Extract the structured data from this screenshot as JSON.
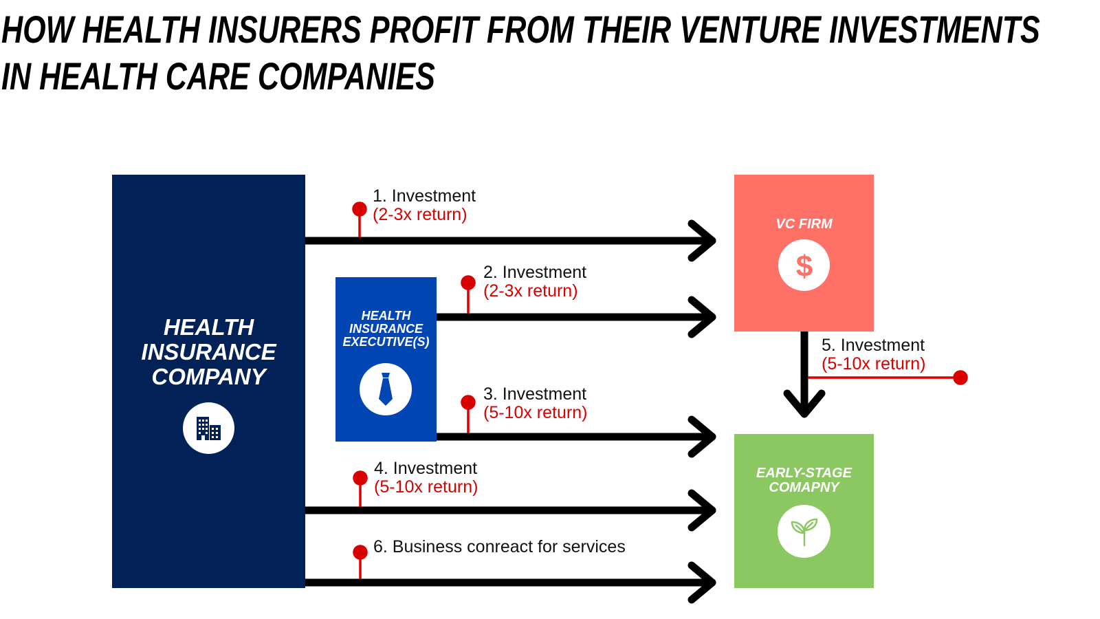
{
  "title": {
    "line1": "HOW HEALTH INSURERS PROFIT FROM THEIR VENTURE INVESTMENTS",
    "line2": "IN HEALTH CARE COMPANIES"
  },
  "nodes": {
    "insurer": {
      "label": "HEALTH\nINSURANCE\nCOMPANY",
      "icon": "building-icon",
      "color": "#022157"
    },
    "executive": {
      "label": "HEALTH\nINSURANCE\nEXECUTIVE(S)",
      "icon": "necktie-icon",
      "color": "#0246b4"
    },
    "vc": {
      "label": "VC FIRM",
      "icon": "dollar-icon",
      "color": "#ff7066"
    },
    "startup": {
      "label": "EARLY-STAGE\nCOMAPNY",
      "icon": "sprout-icon",
      "color": "#8bc862"
    }
  },
  "edges": [
    {
      "from": "insurer",
      "to": "vc",
      "label": "1. Investment",
      "return": "(2-3x return)"
    },
    {
      "from": "executive",
      "to": "vc",
      "label": "2. Investment",
      "return": "(2-3x return)"
    },
    {
      "from": "executive",
      "to": "startup",
      "label": "3. Investment",
      "return": "(5-10x return)"
    },
    {
      "from": "insurer",
      "to": "startup",
      "label": "4. Investment",
      "return": "(5-10x return)"
    },
    {
      "from": "vc",
      "to": "startup",
      "label": "5. Investment",
      "return": "(5-10x return)"
    },
    {
      "from": "insurer",
      "to": "startup",
      "label": "6. Business conreact for services",
      "return": ""
    }
  ],
  "colors": {
    "arrow": "#000000",
    "pin": "#d90000"
  }
}
